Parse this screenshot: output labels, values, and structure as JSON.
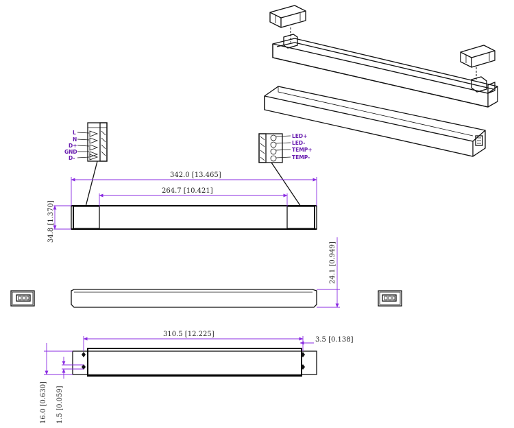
{
  "dimensions": {
    "overall_length": "342.0 [13.465]",
    "inner_length": "264.7 [10.421]",
    "width": "34.8 [1.370]",
    "height": "24.1 [0.949]",
    "mounting_distance": "310.5 [12.225]",
    "hole_size": "3.5 [0.138]",
    "flange_width": "16.0 [0.630]",
    "flange_thickness": "1.5 [0.059]"
  },
  "input_terminals": [
    "L",
    "N",
    "D+",
    "GND",
    "D-"
  ],
  "output_terminals": [
    "LED+",
    "LED-",
    "TEMP+",
    "TEMP-"
  ],
  "colors": {
    "dimension_line": "#8a2be2",
    "outline": "#111111",
    "terminal_label": "#6a1fb0"
  }
}
